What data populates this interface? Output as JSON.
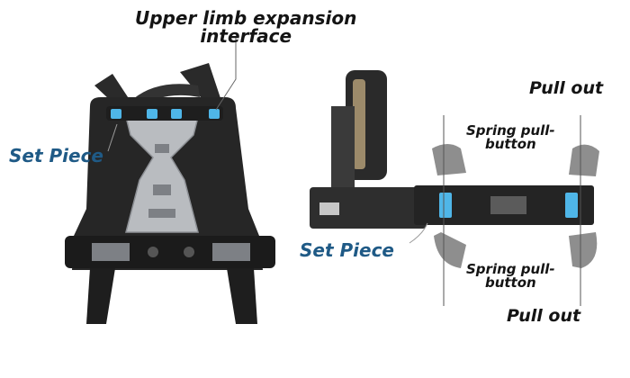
{
  "labels": {
    "expansion_line1": "Upper limb expansion",
    "expansion_line2": "interface",
    "set_piece_left": "Set Piece",
    "set_piece_right": "Set Piece",
    "pull_out_top": "Pull out",
    "pull_out_bottom": "Pull out",
    "spring_top_line1": "Spring pull-",
    "spring_top_line2": "button",
    "spring_bottom_line1": "Spring pull-",
    "spring_bottom_line2": "button"
  },
  "colors": {
    "accent_blue": "#1f5a86",
    "highlight_blue": "#4fb6e8",
    "frame_black": "#1e1e1e",
    "plate_silver": "#b9bcc0"
  }
}
